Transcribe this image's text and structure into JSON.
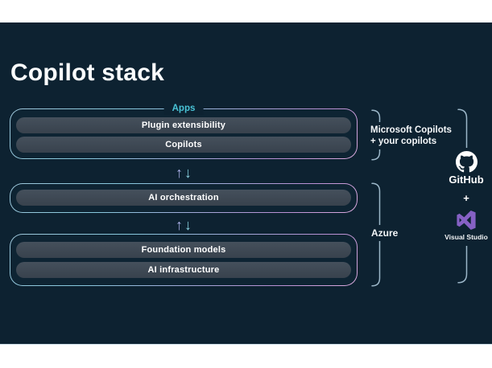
{
  "slide": {
    "title": "Copilot stack"
  },
  "stack": {
    "apps": {
      "label": "Apps",
      "items": [
        "Plugin extensibility",
        "Copilots"
      ]
    },
    "orchestration": {
      "items": [
        "AI orchestration"
      ]
    },
    "infrastructure": {
      "items": [
        "Foundation models",
        "AI infrastructure"
      ]
    },
    "arrows": {
      "up": "↑",
      "down": "↓"
    }
  },
  "annotations": {
    "copilots_brace": {
      "line1": "Microsoft Copilots",
      "line2": "+ your copilots"
    },
    "azure_brace": {
      "label": "Azure"
    },
    "tools_brace": {
      "github_label": "GitHub",
      "plus": "+",
      "visual_studio_label": "Visual Studio"
    }
  },
  "colors": {
    "slide_background": "#0d2231",
    "apps_label": "#49c3d6",
    "border_gradient_start": "#9ec6da",
    "border_gradient_end": "#dcabde",
    "pill_background": "#3b4551",
    "arrow_up": "#a9aee6",
    "arrow_down": "#8ad2e0",
    "bracket_line": "#9cb7c9",
    "visual_studio_purple": "#8661c5",
    "text_white": "#ffffff"
  }
}
